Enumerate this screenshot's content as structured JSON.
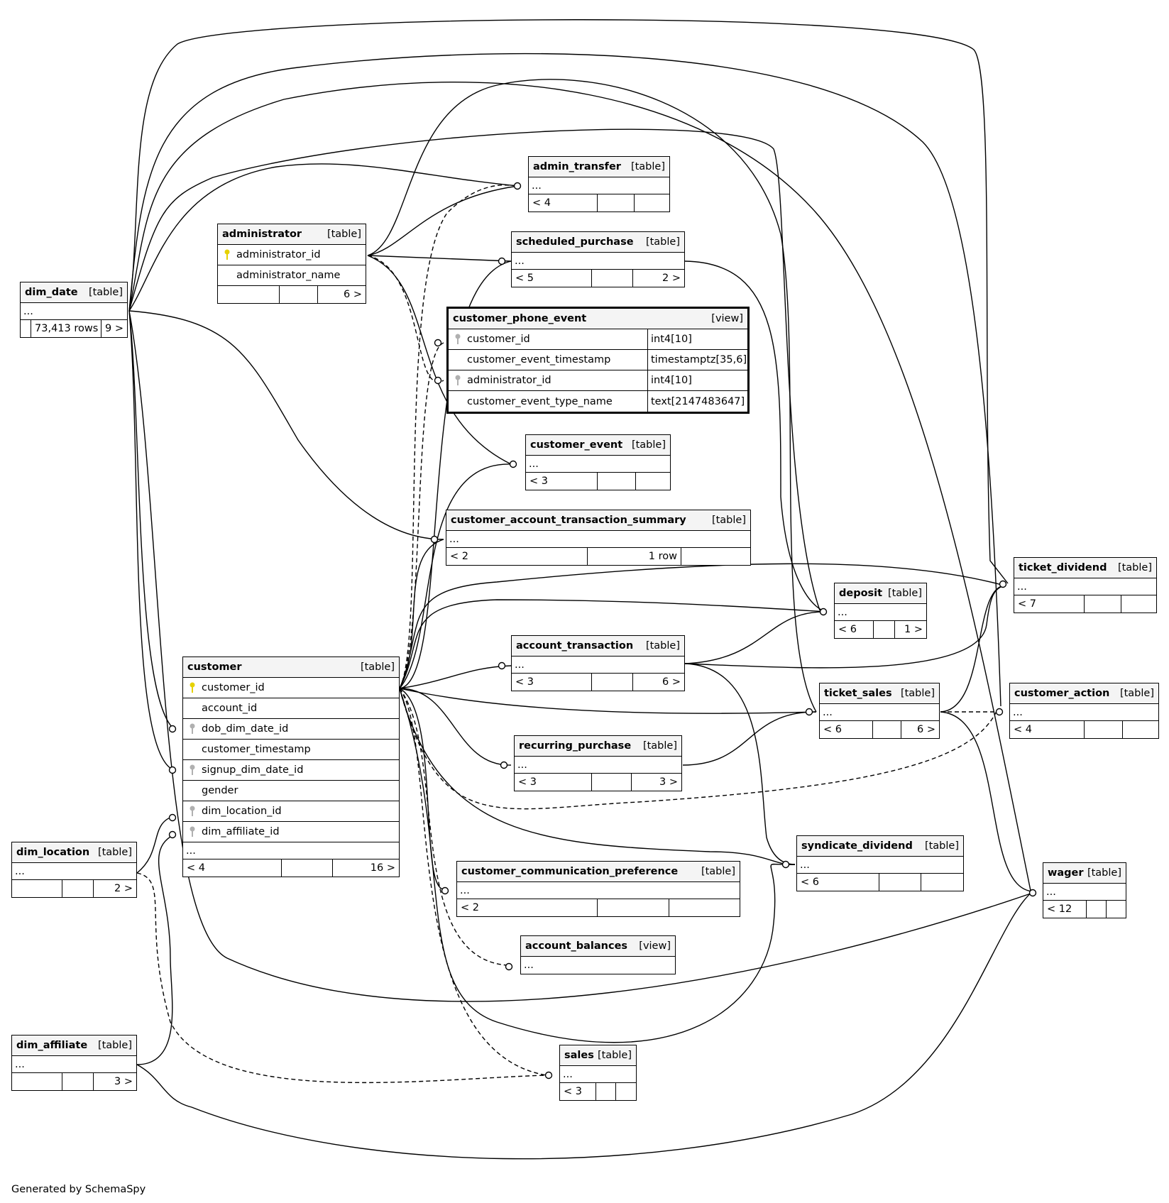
{
  "tables": {
    "admin_transfer": {
      "name": "admin_transfer",
      "type": "[table]",
      "cols": [
        "..."
      ],
      "foot": [
        "< 4",
        "",
        ""
      ]
    },
    "scheduled_purchase": {
      "name": "scheduled_purchase",
      "type": "[table]",
      "cols": [
        "..."
      ],
      "foot": [
        "< 5",
        "",
        "2 >"
      ]
    },
    "administrator": {
      "name": "administrator",
      "type": "[table]",
      "cols": [
        "administrator_id",
        "administrator_name"
      ],
      "foot": [
        "",
        "",
        "6 >"
      ]
    },
    "dim_date": {
      "name": "dim_date",
      "type": "[table]",
      "cols": [
        "..."
      ],
      "foot": [
        "",
        "73,413 rows",
        "9 >"
      ]
    },
    "customer_phone_event": {
      "name": "customer_phone_event",
      "type": "[view]",
      "cols": [
        "customer_id",
        "customer_event_timestamp",
        "administrator_id",
        "customer_event_type_name"
      ],
      "types": [
        "int4[10]",
        "timestamptz[35,6]",
        "int4[10]",
        "text[2147483647]"
      ]
    },
    "customer_event": {
      "name": "customer_event",
      "type": "[table]",
      "cols": [
        "..."
      ],
      "foot": [
        "< 3",
        "",
        ""
      ]
    },
    "customer_account_transaction_summary": {
      "name": "customer_account_transaction_summary",
      "type": "[table]",
      "cols": [
        "..."
      ],
      "foot": [
        "< 2",
        "1 row",
        ""
      ]
    },
    "ticket_dividend": {
      "name": "ticket_dividend",
      "type": "[table]",
      "cols": [
        "..."
      ],
      "foot": [
        "< 7",
        "",
        ""
      ]
    },
    "deposit": {
      "name": "deposit",
      "type": "[table]",
      "cols": [
        "..."
      ],
      "foot": [
        "< 6",
        "",
        "1 >"
      ]
    },
    "account_transaction": {
      "name": "account_transaction",
      "type": "[table]",
      "cols": [
        "..."
      ],
      "foot": [
        "< 3",
        "",
        "6 >"
      ]
    },
    "customer": {
      "name": "customer",
      "type": "[table]",
      "cols": [
        "customer_id",
        "account_id",
        "dob_dim_date_id",
        "customer_timestamp",
        "signup_dim_date_id",
        "gender",
        "dim_location_id",
        "dim_affiliate_id",
        "..."
      ],
      "foot": [
        "< 4",
        "",
        "16 >"
      ]
    },
    "ticket_sales": {
      "name": "ticket_sales",
      "type": "[table]",
      "cols": [
        "..."
      ],
      "foot": [
        "< 6",
        "",
        "6 >"
      ]
    },
    "customer_action": {
      "name": "customer_action",
      "type": "[table]",
      "cols": [
        "..."
      ],
      "foot": [
        "< 4",
        "",
        ""
      ]
    },
    "recurring_purchase": {
      "name": "recurring_purchase",
      "type": "[table]",
      "cols": [
        "..."
      ],
      "foot": [
        "< 3",
        "",
        "3 >"
      ]
    },
    "dim_location": {
      "name": "dim_location",
      "type": "[table]",
      "cols": [
        "..."
      ],
      "foot": [
        "",
        "",
        "2 >"
      ]
    },
    "syndicate_dividend": {
      "name": "syndicate_dividend",
      "type": "[table]",
      "cols": [
        "..."
      ],
      "foot": [
        "< 6",
        "",
        ""
      ]
    },
    "customer_communication_preference": {
      "name": "customer_communication_preference",
      "type": "[table]",
      "cols": [
        "..."
      ],
      "foot": [
        "< 2",
        "",
        ""
      ]
    },
    "wager": {
      "name": "wager",
      "type": "[table]",
      "cols": [
        "..."
      ],
      "foot": [
        "< 12",
        "",
        ""
      ]
    },
    "account_balances": {
      "name": "account_balances",
      "type": "[view]",
      "cols": [
        "..."
      ]
    },
    "dim_affiliate": {
      "name": "dim_affiliate",
      "type": "[table]",
      "cols": [
        "..."
      ],
      "foot": [
        "",
        "",
        "3 >"
      ]
    },
    "sales": {
      "name": "sales",
      "type": "[table]",
      "cols": [
        "..."
      ],
      "foot": [
        "< 3",
        "",
        ""
      ]
    }
  },
  "footer": "Generated by SchemaSpy"
}
